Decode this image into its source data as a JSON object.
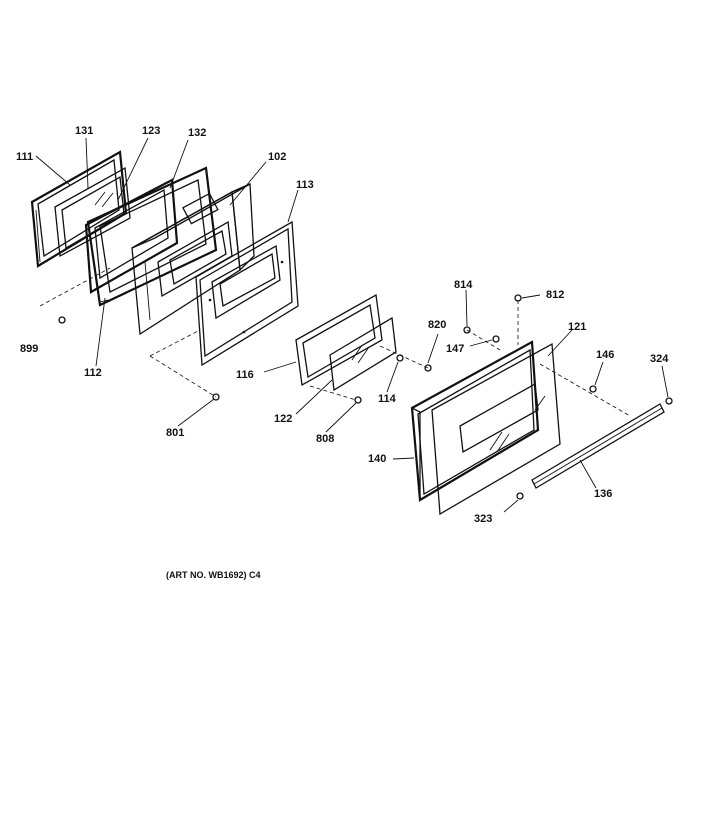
{
  "diagram": {
    "caption": "(ART NO. WB1692) C4",
    "callouts": {
      "c111": "111",
      "c131": "131",
      "c123": "123",
      "c132": "132",
      "c102": "102",
      "c113": "113",
      "c899": "899",
      "c112": "112",
      "c116": "116",
      "c801": "801",
      "c122": "122",
      "c808": "808",
      "c114": "114",
      "c820": "820",
      "c814": "814",
      "c812": "812",
      "c147": "147",
      "c121": "121",
      "c146": "146",
      "c324": "324",
      "c140": "140",
      "c323": "323",
      "c136": "136"
    }
  }
}
